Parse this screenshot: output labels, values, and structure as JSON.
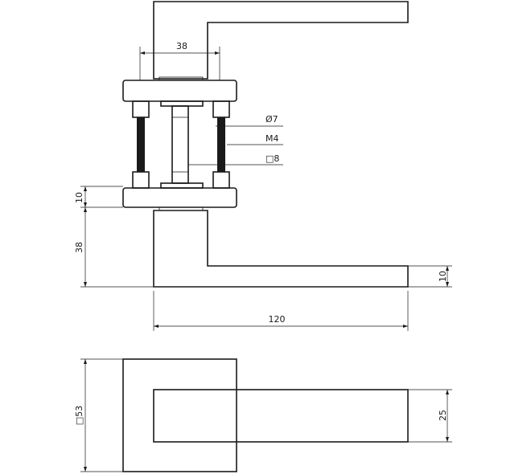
{
  "drawing": {
    "dimensions": {
      "rosette_gap_38": "38",
      "thread_dia": "Ø7",
      "thread_type": "M4",
      "square_spindle": "□8",
      "rosette_thickness": "10",
      "rosette_height": "38",
      "handle_thickness": "10",
      "handle_length": "120",
      "rosette_square": "□53",
      "handle_width": "25"
    }
  }
}
